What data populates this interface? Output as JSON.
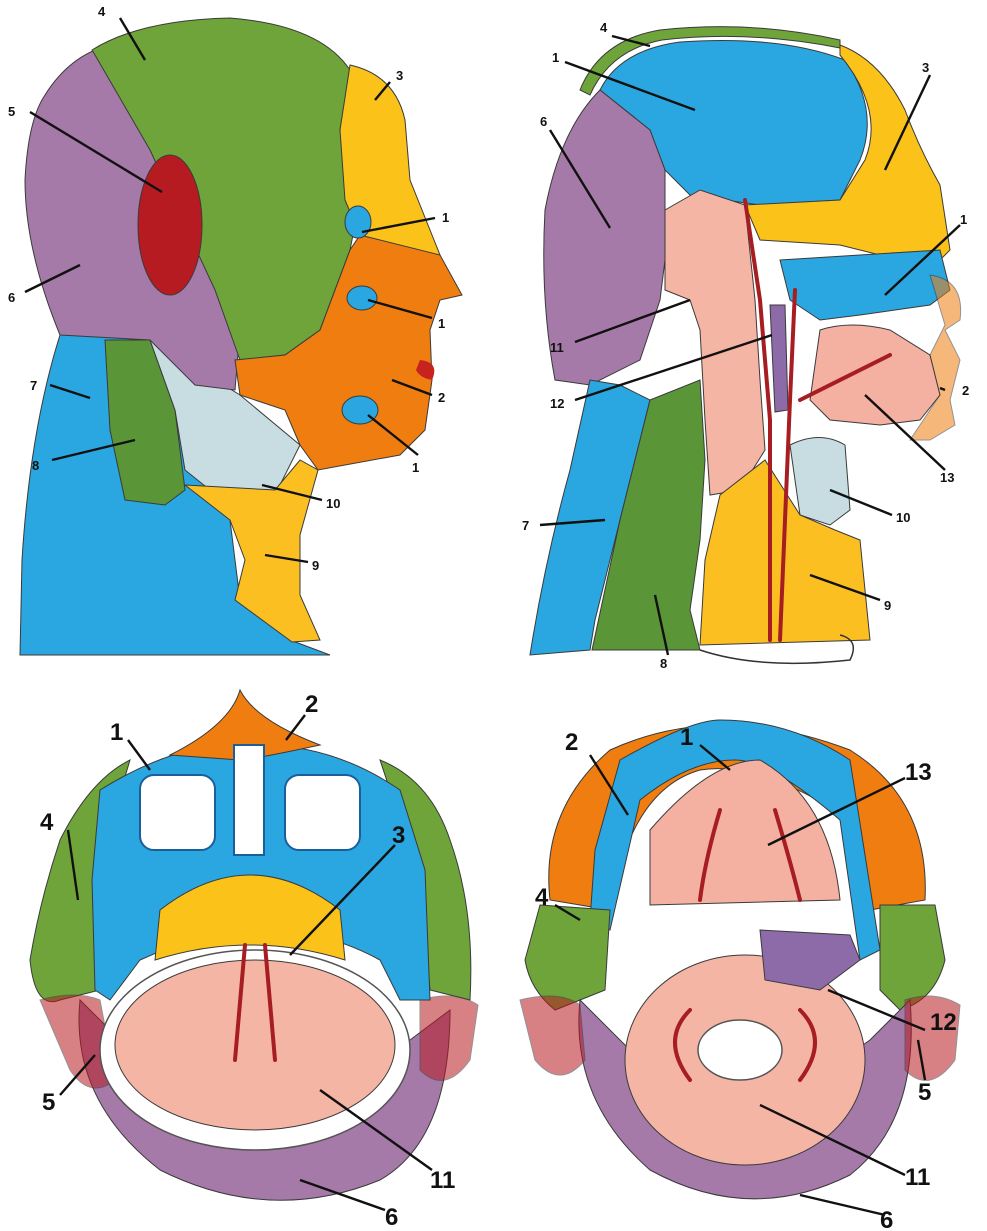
{
  "colors": {
    "zone_1": "#2aa7e0",
    "zone_2": "#f07d10",
    "zone_3": "#fbc21a",
    "zone_4": "#6ea43a",
    "zone_5": "#b71b22",
    "zone_6": "#a67aa8",
    "zone_7": "#2aa7e0",
    "zone_8": "#5a9638",
    "zone_9": "#fbbf22",
    "zone_10": "#c8dde2",
    "zone_11": "#f5b5a5",
    "zone_12": "#8d6aa8",
    "zone_13": "#f4b1a2",
    "artery": "#a61d22",
    "vein": "#6e1b6a"
  },
  "panels": [
    {
      "view": "lateral-surface",
      "labels": [
        "1",
        "1",
        "1",
        "2",
        "3",
        "4",
        "5",
        "6",
        "7",
        "8",
        "9",
        "10"
      ]
    },
    {
      "view": "sagittal-section",
      "labels": [
        "1",
        "1",
        "2",
        "3",
        "4",
        "6",
        "7",
        "8",
        "9",
        "10",
        "11",
        "12",
        "13"
      ]
    },
    {
      "view": "axial-section-upper",
      "labels": [
        "1",
        "2",
        "3",
        "4",
        "5",
        "6",
        "11"
      ]
    },
    {
      "view": "axial-section-lower",
      "labels": [
        "1",
        "2",
        "4",
        "5",
        "6",
        "11",
        "12",
        "13"
      ]
    }
  ]
}
